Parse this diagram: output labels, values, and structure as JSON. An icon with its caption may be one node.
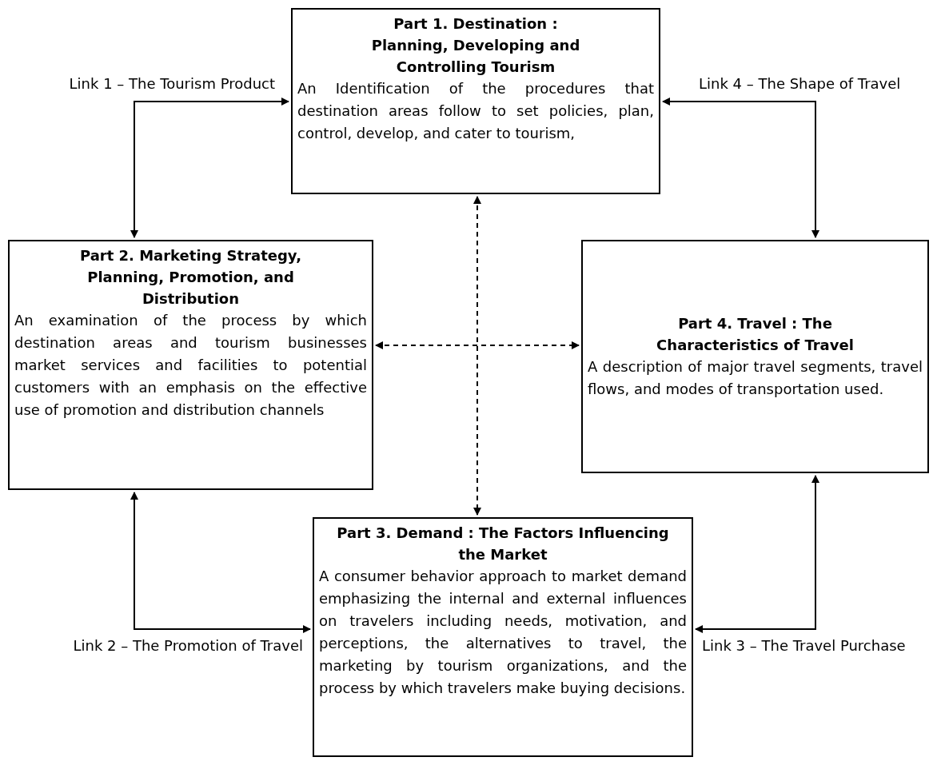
{
  "diagram": {
    "nodes": [
      {
        "text": [
          "Part 1. Destination : Planning, Developing and Controlling Tourism",
          "An Identification of the procedures that destination areas follow to set policies, plan, control, develop, and cater to tourism,"
        ]
      },
      {
        "text": [
          "Part 2. Marketing Strategy, Planning, Promotion, and Distribution",
          "An examination of the process by which destination areas and tourism businesses market services and facilities to potential customers with an emphasis on the effective use of promotion and distribution channels"
        ]
      },
      {
        "text": [
          "Part 4. Travel : The Characteristics of Travel",
          "A description of major travel segments, travel flows, and modes of transportation used."
        ]
      },
      {
        "text": [
          "Part 3. Demand : The Factors Influencing the Market",
          "A consumer behavior approach to market demand emphasizing the internal and external influences on travelers including needs, motivation, and perceptions, the alternatives to travel, the marketing by tourism organizations, and the process by which travelers make buying decisions."
        ]
      }
    ],
    "edges": [
      {
        "from": 0,
        "to": 1,
        "arrow": "both",
        "label": "Link 1 – The Tourism Product"
      },
      {
        "from": 1,
        "to": 3,
        "arrow": "both",
        "label": "Link 2 – The Promotion of Travel"
      },
      {
        "from": 3,
        "to": 2,
        "arrow": "both",
        "label": "Link 3 – The Travel Purchase"
      },
      {
        "from": 0,
        "to": 2,
        "arrow": "both",
        "label": "Link 4 – The Shape of Travel"
      },
      {
        "from": 0,
        "to": 3,
        "arrow": "both",
        "style": "dashed"
      },
      {
        "from": 1,
        "to": 2,
        "arrow": "both",
        "style": "dashed"
      }
    ]
  }
}
